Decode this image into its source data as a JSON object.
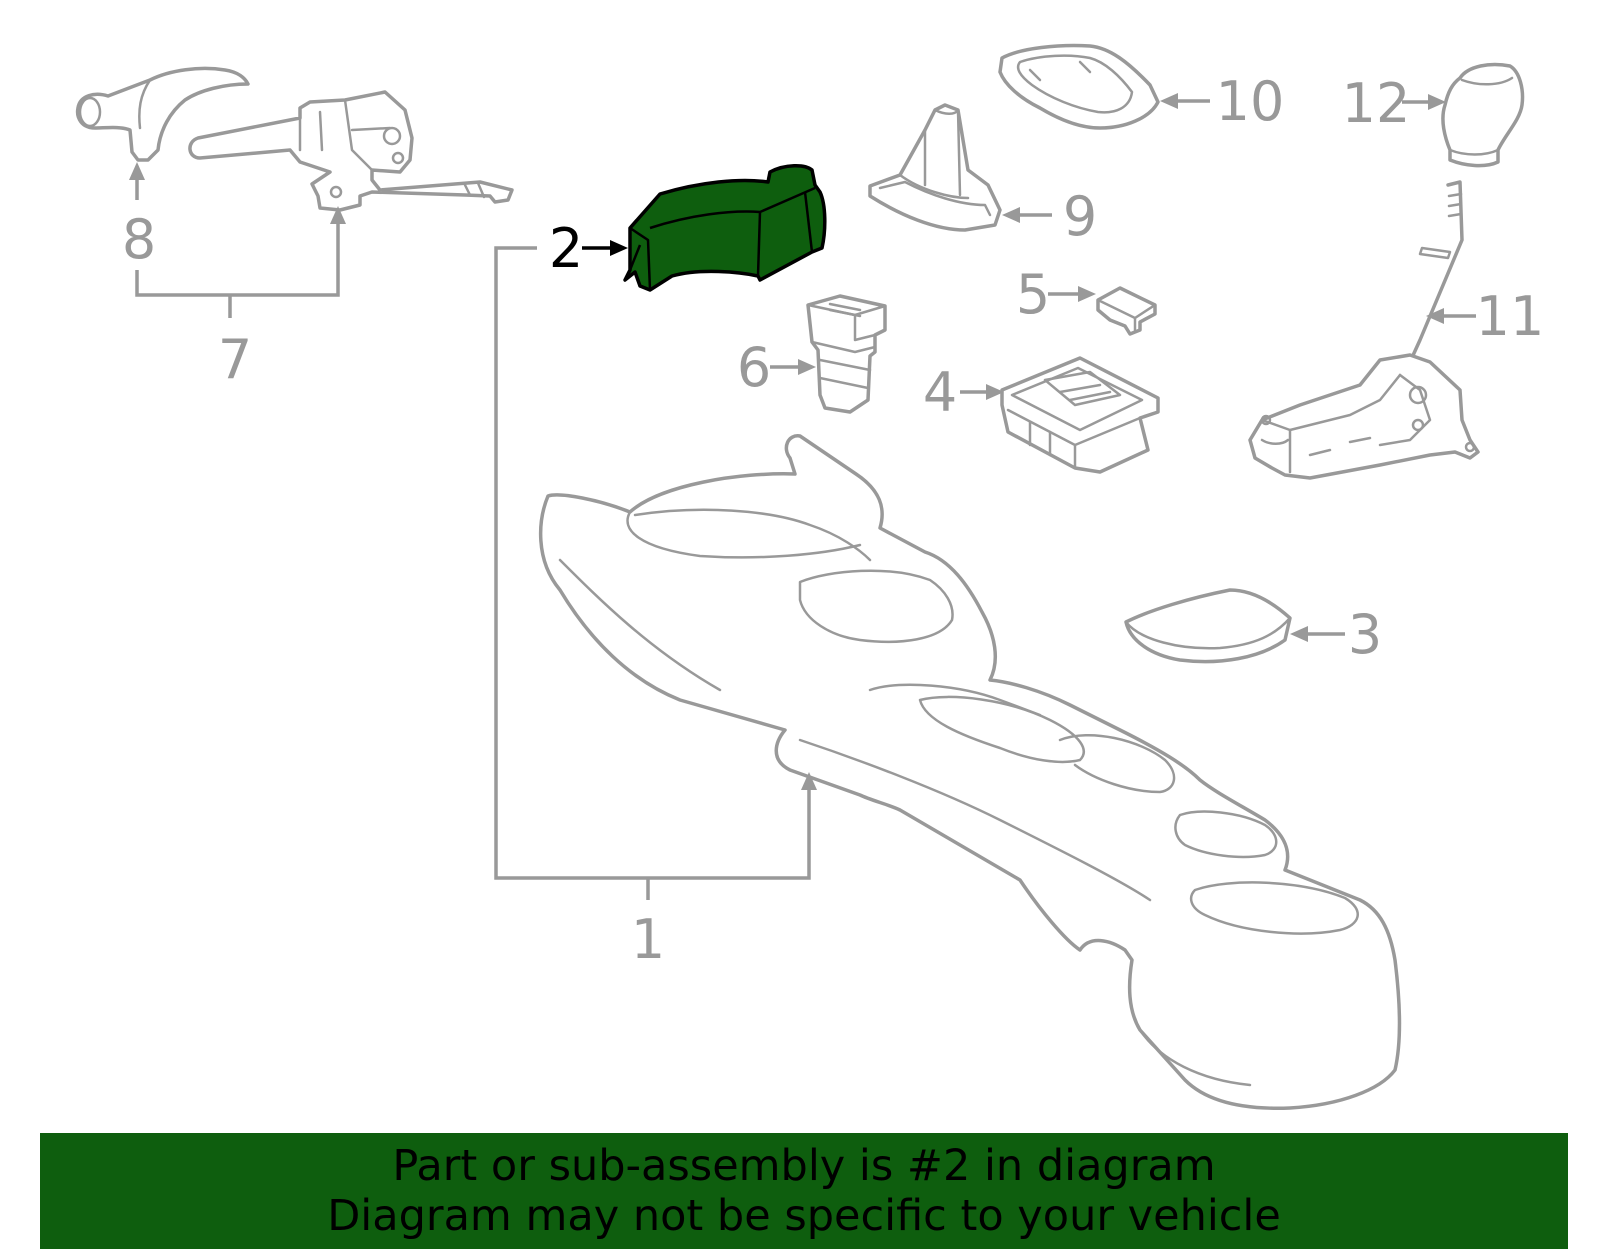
{
  "diagram": {
    "highlight_color": "#0e5e0e",
    "line_color": "#999999",
    "highlighted_part": "2",
    "callouts": {
      "c1": "1",
      "c2": "2",
      "c3": "3",
      "c4": "4",
      "c5": "5",
      "c6": "6",
      "c7": "7",
      "c8": "8",
      "c9": "9",
      "c10": "10",
      "c11": "11",
      "c12": "12"
    }
  },
  "banner": {
    "background": "#0e5e0e",
    "line1": "Part or sub-assembly is #2 in diagram",
    "line2": "Diagram may not be specific to your vehicle"
  }
}
